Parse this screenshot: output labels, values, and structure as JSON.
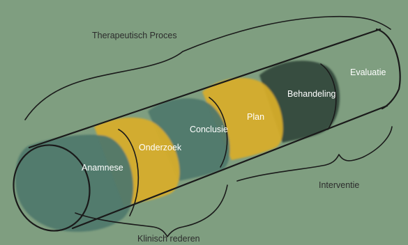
{
  "colors": {
    "background": "#7f9e80",
    "teal": "#4f786b",
    "yellow": "#d6ad2a",
    "dark_green": "#34483b",
    "outline": "#1a1a1a"
  },
  "labels": {
    "therapeutisch_proces": "Therapeutisch Proces",
    "klinisch_rederen": "Klinisch rederen",
    "interventie": "Interventie"
  },
  "segments": [
    {
      "label": "Anamnese",
      "color": "teal"
    },
    {
      "label": "Onderzoek",
      "color": "yellow"
    },
    {
      "label": "Conclusie",
      "color": "teal"
    },
    {
      "label": "Plan",
      "color": "yellow"
    },
    {
      "label": "Behandeling",
      "color": "dark_green"
    },
    {
      "label": "Evaluatie",
      "color": "none"
    }
  ]
}
